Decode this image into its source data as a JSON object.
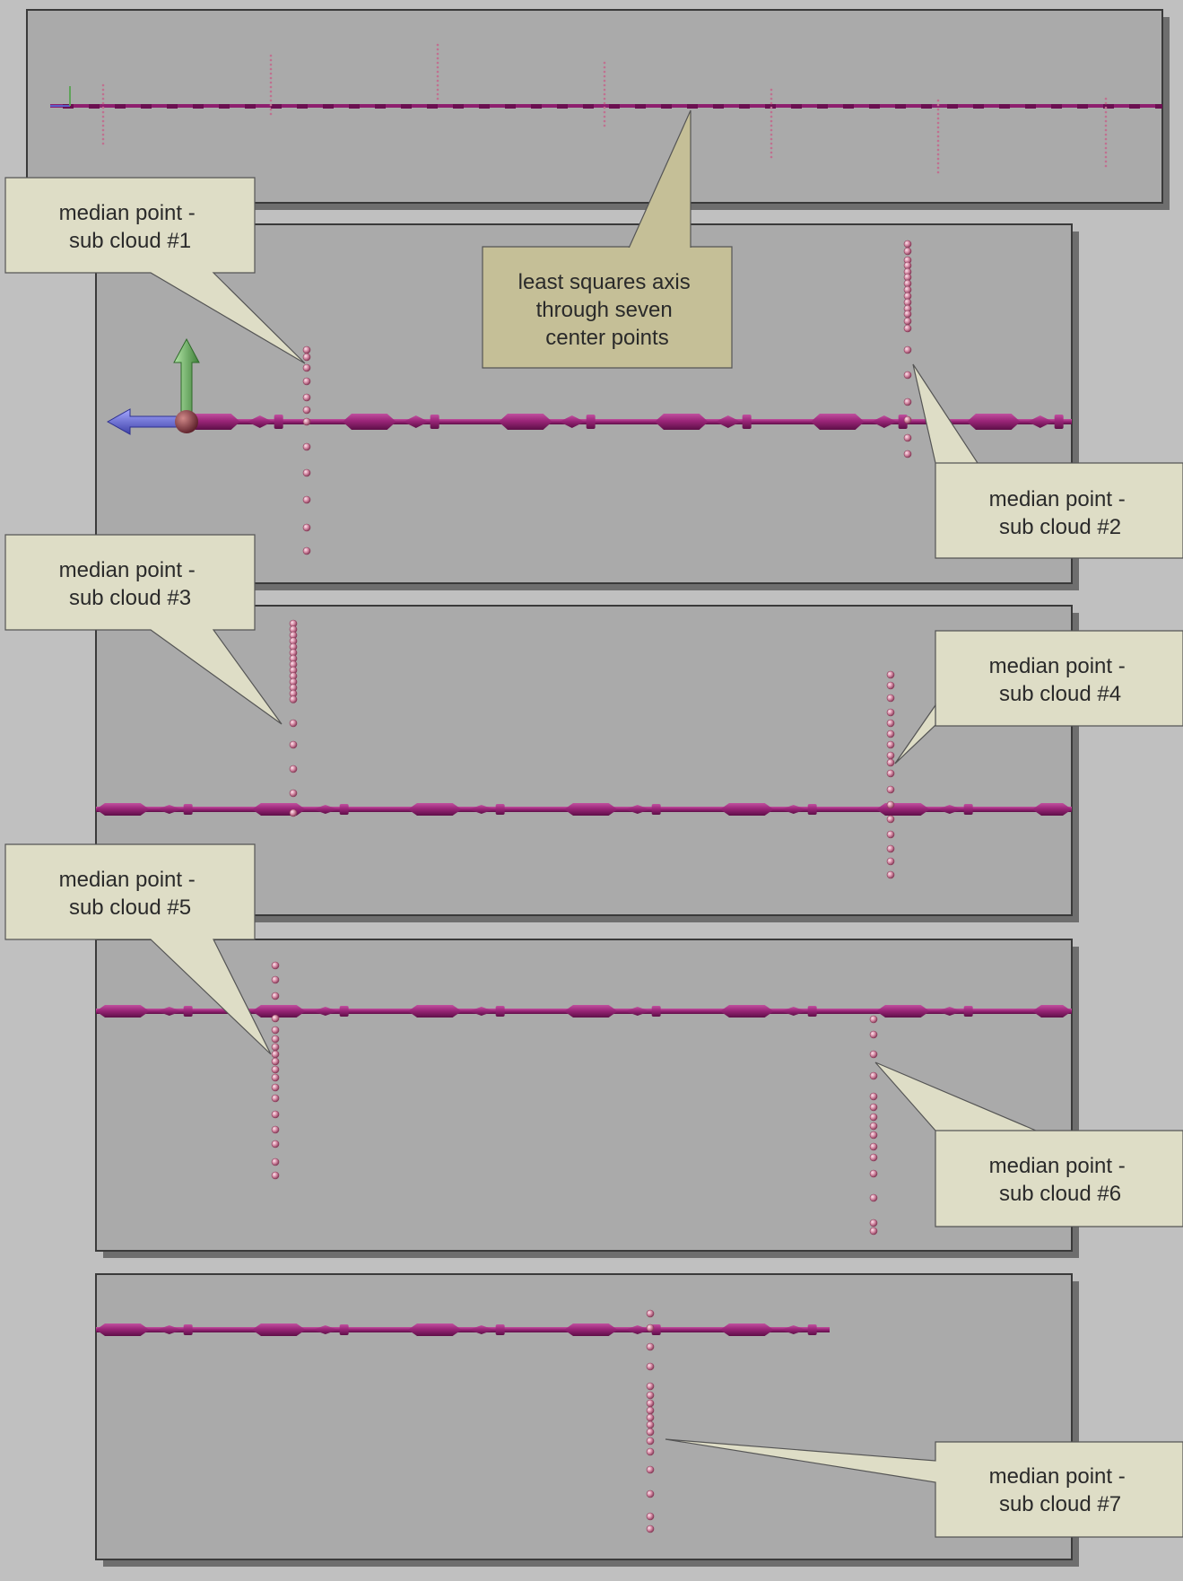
{
  "colors": {
    "background": "#c0c0c0",
    "panel": "#aaaaaa",
    "panel_border": "#3a3a3a",
    "panel_shadow": "#6e6e6e",
    "axis": "#8e1f6e",
    "axis_highlight": "#b8479a",
    "point": "#d48aa4",
    "point_edge": "#8a3a58",
    "callout_light": "#deddc6",
    "callout_dark": "#c5bf97",
    "callout_stroke": "#555555",
    "x_arrow": "#5b5fc8",
    "y_arrow": "#5fa35a",
    "origin_ball": "#8a3a48"
  },
  "callouts": [
    {
      "id": "axis",
      "lines": [
        "least squares axis",
        "through seven",
        "center points"
      ]
    },
    {
      "id": "c1",
      "lines": [
        "median point  -",
        "sub cloud #1"
      ]
    },
    {
      "id": "c2",
      "lines": [
        "median point  -",
        "sub cloud #2"
      ]
    },
    {
      "id": "c3",
      "lines": [
        "median point  -",
        "sub cloud #3"
      ]
    },
    {
      "id": "c4",
      "lines": [
        "median point  -",
        "sub cloud #4"
      ]
    },
    {
      "id": "c5",
      "lines": [
        "median point  -",
        "sub cloud #5"
      ]
    },
    {
      "id": "c6",
      "lines": [
        "median point  -",
        "sub cloud #6"
      ]
    },
    {
      "id": "c7",
      "lines": [
        "median point  -",
        "sub cloud #7"
      ]
    }
  ]
}
